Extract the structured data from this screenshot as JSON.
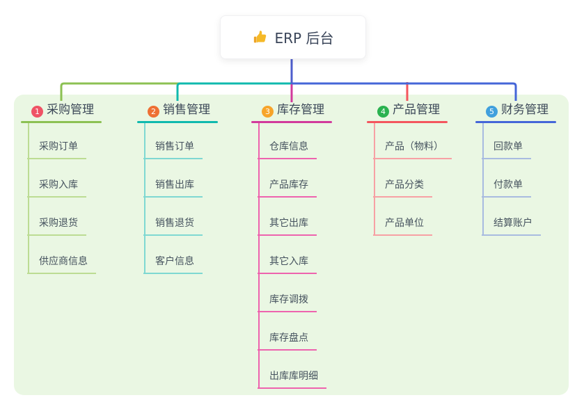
{
  "root": {
    "label": "ERP 后台",
    "icon": "thumbs-up-icon"
  },
  "canvas": {
    "background": "#ffffff",
    "panel_color": "#eaf7e3",
    "stem_color": "#4e5ecd",
    "text_color": "#3c4858"
  },
  "branches": [
    {
      "number": "1",
      "label": "采购管理",
      "badge_color": "#ef5365",
      "line_color": "#8cc153",
      "child_line_color": "#bcdc93",
      "children": [
        "采购订单",
        "采购入库",
        "采购退货",
        "供应商信息"
      ]
    },
    {
      "number": "2",
      "label": "销售管理",
      "badge_color": "#ee7034",
      "line_color": "#10b9ae",
      "child_line_color": "#7fd8d2",
      "children": [
        "销售订单",
        "销售出库",
        "销售退货",
        "客户信息"
      ]
    },
    {
      "number": "3",
      "label": "库存管理",
      "badge_color": "#f7a42a",
      "line_color": "#d23a9c",
      "child_line_color": "#ee63ae",
      "children": [
        "仓库信息",
        "产品库存",
        "其它出库",
        "其它入库",
        "库存调拨",
        "库存盘点",
        "出库库明细"
      ]
    },
    {
      "number": "4",
      "label": "产品管理",
      "badge_color": "#2bb250",
      "line_color": "#f4565e",
      "child_line_color": "#f7a0a4",
      "children": [
        "产品（物料）",
        "产品分类",
        "产品单位"
      ]
    },
    {
      "number": "5",
      "label": "财务管理",
      "badge_color": "#41a0dd",
      "line_color": "#4566d8",
      "child_line_color": "#a8bbe0",
      "children": [
        "回款单",
        "付款单",
        "结算账户"
      ]
    }
  ]
}
